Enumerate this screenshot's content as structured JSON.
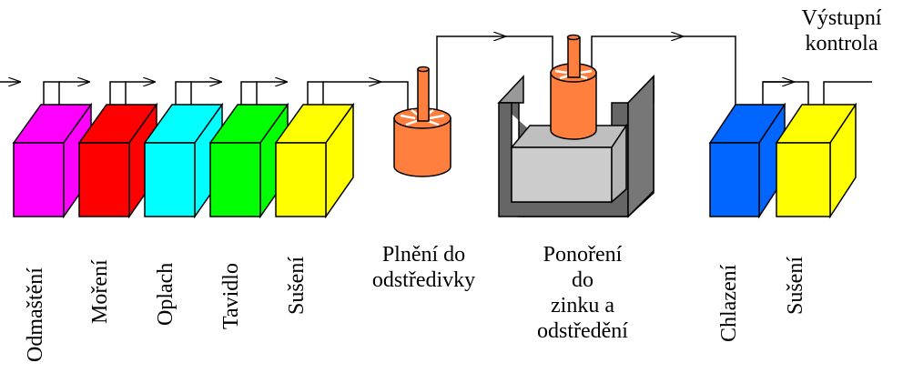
{
  "labels": {
    "odmasteni": "Odmaštění",
    "moreni": "Moření",
    "oplach": "Oplach",
    "tavidlo": "Tavidlo",
    "suseni1": "Sušení",
    "plneni_1": "Plnění do",
    "plneni_2": "odstředivky",
    "ponoreni_1": "Ponoření",
    "ponoreni_2": "do",
    "ponoreni_3": "zinku a",
    "ponoreni_4": "odstředění",
    "chlazeni": "Chlazení",
    "suseni2": "Sušení",
    "vystupni_1": "Výstupní",
    "vystupni_2": "kontrola"
  },
  "colors": {
    "odmasteni": "#ff00ff",
    "moreni": "#ff0000",
    "oplach": "#00ffff",
    "tavidlo": "#00ff00",
    "suseni": "#ffff00",
    "centrifuge": "#ff7f3f",
    "chlazeni": "#0066ff",
    "kettle_outer": "#666666",
    "kettle_inner": "#cccccc"
  }
}
